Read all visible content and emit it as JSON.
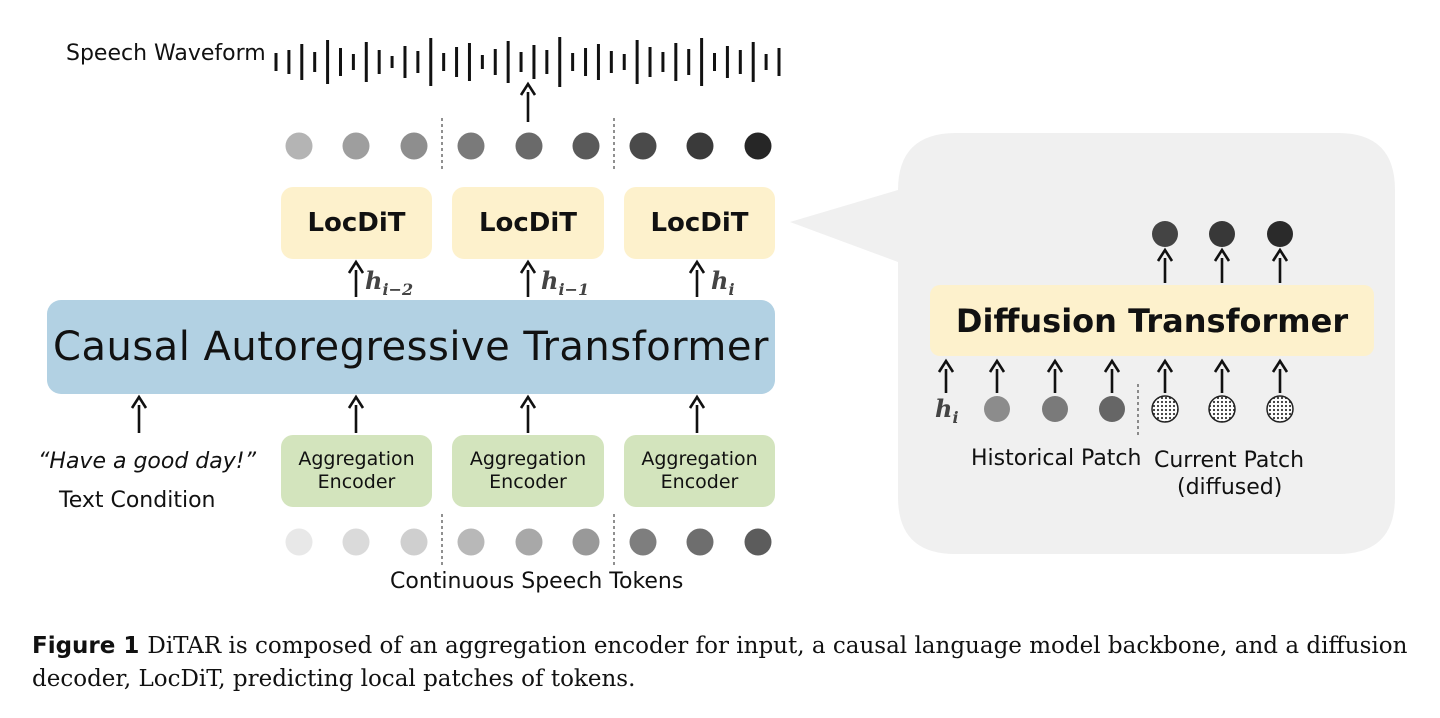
{
  "labels": {
    "speech_waveform": "Speech Waveform",
    "continuous_tokens": "Continuous Speech Tokens",
    "text_quote": "“Have a good day!”",
    "text_condition": "Text Condition",
    "causal_transformer": "Causal Autoregressive Transformer",
    "diffusion_transformer": "Diffusion Transformer",
    "historical_patch": "Historical Patch",
    "current_patch_line1": "Current Patch",
    "current_patch_line2": "(diffused)"
  },
  "locdit_boxes": [
    "LocDiT",
    "LocDiT",
    "LocDiT"
  ],
  "aggregation_boxes": [
    {
      "line1": "Aggregation",
      "line2": "Encoder"
    },
    {
      "line1": "Aggregation",
      "line2": "Encoder"
    },
    {
      "line1": "Aggregation",
      "line2": "Encoder"
    }
  ],
  "hidden_states": [
    {
      "base": "h",
      "sub": "i−2"
    },
    {
      "base": "h",
      "sub": "i−1"
    },
    {
      "base": "h",
      "sub": "i"
    }
  ],
  "dit_input_state": {
    "base": "h",
    "sub": "i"
  },
  "caption": {
    "figure_label": "Figure 1",
    "text": "DiTAR is composed of an aggregation encoder for input, a causal language model backbone, and a diffusion decoder, LocDiT, predicting local patches of tokens."
  },
  "colors": {
    "locdit_fill": "#fdf1cc",
    "aggregation_fill": "#d3e4bd",
    "transformer_fill": "#b2d1e3",
    "callout_fill": "#f0f0f0",
    "output_tokens": [
      "#b4b4b4",
      "#9e9e9e",
      "#8e8e8e",
      "#7a7a7a",
      "#6a6a6a",
      "#5a5a5a",
      "#4a4a4a",
      "#3a3a3a",
      "#262626"
    ],
    "input_tokens": [
      "#e8e8e8",
      "#dadada",
      "#cfcfcf",
      "#b8b8b8",
      "#a8a8a8",
      "#999999",
      "#7e7e7e",
      "#6e6e6e",
      "#5c5c5c"
    ],
    "dit_history_tokens": [
      "#8c8c8c",
      "#7a7a7a",
      "#666666"
    ],
    "dit_output_tokens": [
      "#444444",
      "#383838",
      "#2a2a2a"
    ]
  }
}
